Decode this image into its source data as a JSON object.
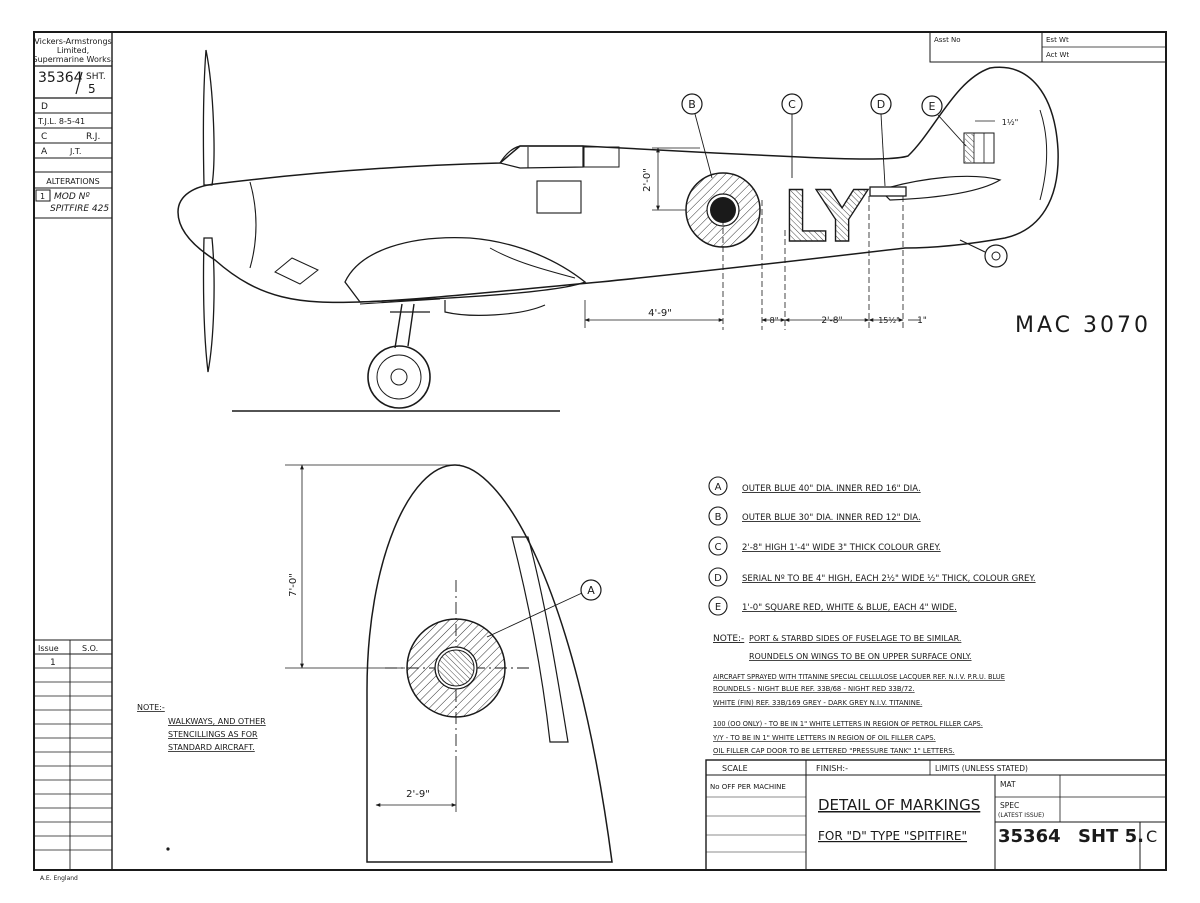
{
  "firm": {
    "line1": "Vickers-Armstrongs",
    "line2": "Limited,",
    "line3": "Supermarine Works."
  },
  "drawing_no": {
    "number": "35364",
    "sht": "SHT.",
    "page": "5"
  },
  "revisions": [
    {
      "code": "D",
      "text": ""
    },
    {
      "code": "",
      "text": "T.J.L. 8-5-41"
    },
    {
      "code": "C",
      "text": "R.J."
    },
    {
      "code": "A",
      "text": "J.T."
    }
  ],
  "alterations": {
    "title": "ALTERATIONS",
    "num": "1",
    "line1": "MOD Nº",
    "line2": "SPITFIRE 425"
  },
  "issue": {
    "col1": "Issue",
    "col2": "S.O.",
    "value": "1"
  },
  "weights": {
    "asst": "Asst No",
    "est": "Est Wt",
    "act": "Act Wt"
  },
  "callouts": {
    "b": "B",
    "c": "C",
    "d": "D",
    "e": "E",
    "a": "A"
  },
  "fuselage_code": "LY",
  "dims": {
    "height": "2'-0\"",
    "d1": "4'-9\"",
    "d2": "8\"",
    "d3": "2'-8\"",
    "d4": "15½\"",
    "d5": "1\"",
    "fin": "1½\"",
    "wing_span": "7'-0\"",
    "wing_offset": "2'-9\""
  },
  "mac_text": "MAC 3070",
  "legend": [
    {
      "key": "A",
      "text": "OUTER BLUE 40\" DIA. INNER RED 16\" DIA."
    },
    {
      "key": "B",
      "text": "OUTER BLUE 30\" DIA. INNER RED 12\" DIA."
    },
    {
      "key": "C",
      "text": "2'-8\" HIGH 1'-4\" WIDE 3\" THICK COLOUR GREY."
    },
    {
      "key": "D",
      "text": "SERIAL Nº TO BE 4\" HIGH, EACH 2½\" WIDE ½\" THICK, COLOUR GREY."
    },
    {
      "key": "E",
      "text": "1'-0\" SQUARE RED, WHITE & BLUE, EACH 4\" WIDE."
    }
  ],
  "note_main": {
    "label": "NOTE:-",
    "line1": "PORT & STARBD SIDES OF FUSELAGE TO BE SIMILAR.",
    "line2": "ROUNDELS ON WINGS TO BE ON UPPER SURFACE ONLY."
  },
  "paint_notes": [
    "AIRCRAFT SPRAYED WITH TITANINE SPECIAL CELLULOSE LACQUER REF. N.I.V. P.R.U. BLUE",
    "ROUNDELS - NIGHT BLUE REF. 33B/68 - NIGHT RED 33B/72.",
    "WHITE (FIN) REF. 33B/169 GREY - DARK GREY N.I.V. TITANINE.",
    "100 (OO ONLY) - TO BE IN 1\" WHITE LETTERS IN REGION OF PETROL FILLER CAPS.",
    "Y/Y - TO BE IN 1\" WHITE LETTERS IN REGION OF OIL FILLER CAPS.",
    "OIL FILLER CAP DOOR TO BE LETTERED \"PRESSURE TANK\" 1\" LETTERS."
  ],
  "note_walkways": {
    "label": "NOTE:-",
    "line1": "WALKWAYS, AND OTHER",
    "line2": "STENCILLINGS AS FOR",
    "line3": "STANDARD AIRCRAFT."
  },
  "title_block": {
    "scale": "SCALE",
    "finish": "FINISH:-",
    "limits": "LIMITS (UNLESS STATED)",
    "no_off": "No OFF PER MACHINE",
    "mat": "MAT",
    "spec": "SPEC",
    "spec_sub": "(LATEST ISSUE)",
    "title1": "DETAIL OF MARKINGS",
    "title2": "FOR \"D\" TYPE \"SPITFIRE\"",
    "number": "35364",
    "sheet": "SHT 5.",
    "rev": "C"
  },
  "footer": "A.E. England"
}
